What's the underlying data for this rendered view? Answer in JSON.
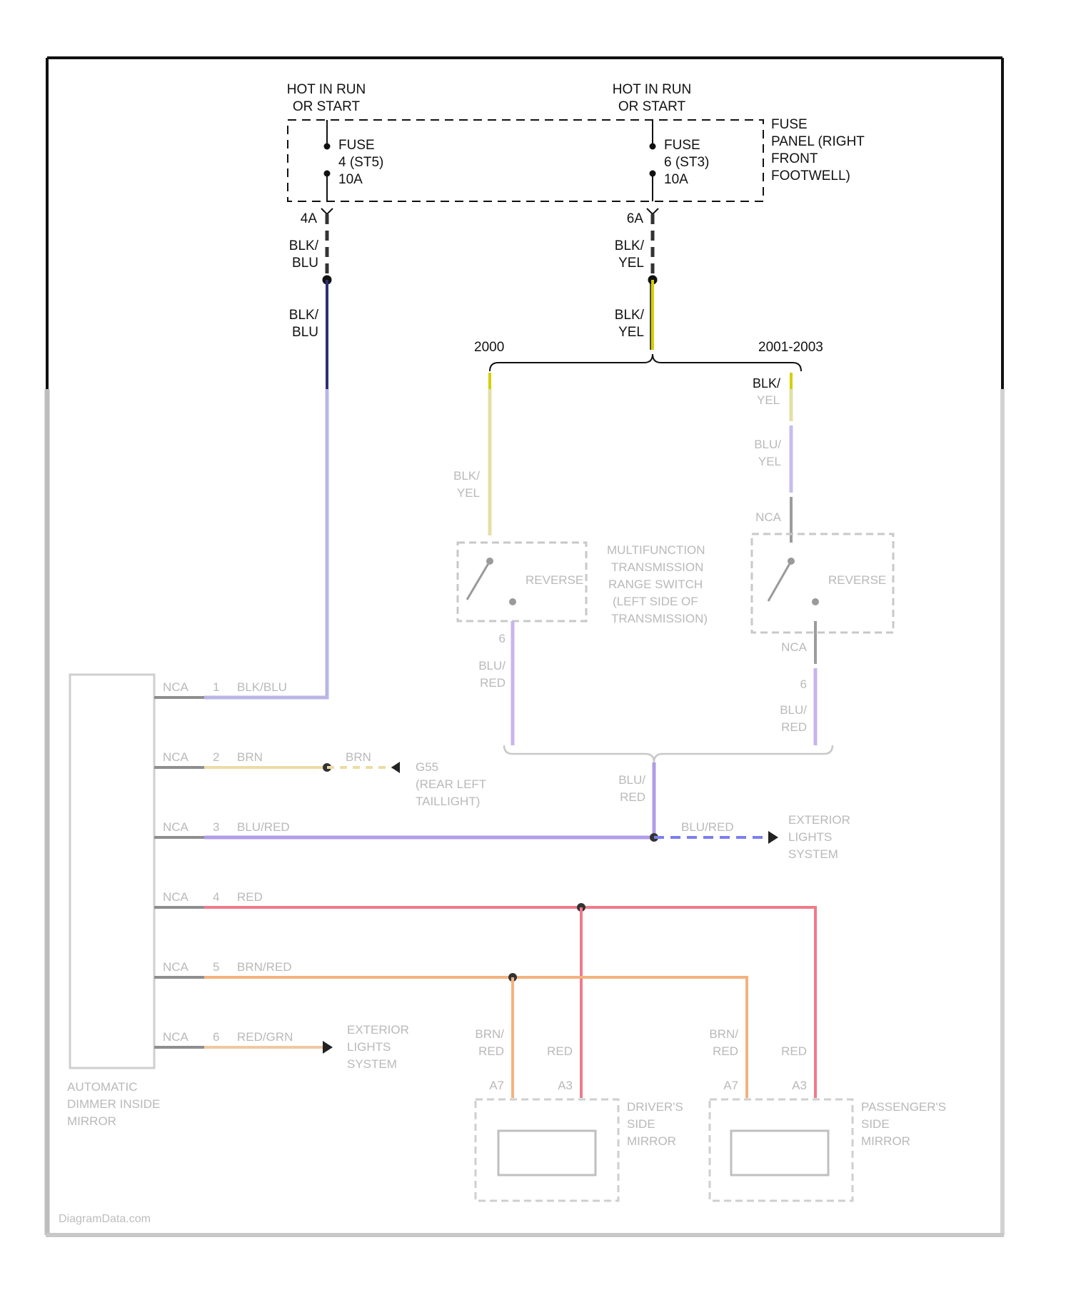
{
  "colors": {
    "frame": "#111111",
    "blk_blu": "#2e2e78",
    "blk_yel": "#d4cf00",
    "wire_purple": "#b09ce8",
    "wire_lav": "#c9b4ee",
    "wire_red": "#f07a8a",
    "wire_orange": "#f3b27e",
    "wire_tan": "#e8d9a0",
    "wire_blue_dash": "#7e7ef0",
    "faded_gray": "#bdbdbd"
  },
  "fuses": {
    "left": {
      "hot_line1": "HOT IN RUN",
      "hot_line2": "OR START",
      "name": "FUSE",
      "number": "4 (ST5)",
      "rating": "10A",
      "terminal": "4A",
      "wire_upper_1": "BLK/",
      "wire_upper_2": "BLU",
      "wire_lower_1": "BLK/",
      "wire_lower_2": "BLU"
    },
    "right": {
      "hot_line1": "HOT IN RUN",
      "hot_line2": "OR START",
      "name": "FUSE",
      "number": "6 (ST3)",
      "rating": "10A",
      "terminal": "6A",
      "wire_upper_1": "BLK/",
      "wire_upper_2": "YEL",
      "wire_lower_1": "BLK/",
      "wire_lower_2": "YEL"
    },
    "panel_label": [
      "FUSE",
      "PANEL (RIGHT",
      "FRONT",
      "FOOTWELL)"
    ]
  },
  "branches": {
    "left_year": "2000",
    "right_year": "2001-2003",
    "right_wire_1": "BLK/",
    "right_wire_2": "YEL"
  },
  "faded": {
    "left_wire": [
      "BLK/",
      "YEL"
    ],
    "right_wire_mid": [
      "BLU/",
      "YEL"
    ],
    "nca_top": "NCA",
    "reverse_left": "REVERSE",
    "reverse_right": "REVERSE",
    "switch_label": [
      "MULTIFUNCTION",
      "TRANSMISSION",
      "RANGE SWITCH",
      "(LEFT SIDE OF",
      "TRANSMISSION)"
    ],
    "pin_6_left": "6",
    "left_out_wire": [
      "BLU/",
      "RED"
    ],
    "nca_right": "NCA",
    "pin_6_right": "6",
    "right_out_wire": [
      "BLU/",
      "RED"
    ],
    "merged_wire": [
      "BLU/",
      "RED"
    ],
    "mirror_rows": [
      {
        "conn": "NCA",
        "pin": "1",
        "wire": "BLK/BLU"
      },
      {
        "conn": "NCA",
        "pin": "2",
        "wire": "BRN"
      },
      {
        "conn": "NCA",
        "pin": "3",
        "wire": "BLU/RED"
      },
      {
        "conn": "NCA",
        "pin": "4",
        "wire": "RED"
      },
      {
        "conn": "NCA",
        "pin": "5",
        "wire": "BRN/RED"
      },
      {
        "conn": "NCA",
        "pin": "6",
        "wire": "RED/GRN"
      }
    ],
    "g_wire": "BRN",
    "g_dest": [
      "G55",
      "(REAR LEFT",
      "TAILLIGHT)"
    ],
    "ext_wire": "BLU/RED",
    "ext_dest_1": [
      "EXTERIOR",
      "LIGHTS",
      "SYSTEM"
    ],
    "ext_dest_2": [
      "EXTERIOR",
      "LIGHTS",
      "SYSTEM"
    ],
    "mirror_label": [
      "AUTOMATIC",
      "DIMMER INSIDE",
      "MIRROR"
    ],
    "drv_wire_a": [
      "BRN/",
      "RED"
    ],
    "drv_wire_b": "RED",
    "drv_pin_a": "A7",
    "drv_pin_b": "A3",
    "drv_label": [
      "DRIVER'S",
      "SIDE",
      "MIRROR"
    ],
    "pas_wire_a": [
      "BRN/",
      "RED"
    ],
    "pas_wire_b": "RED",
    "pas_pin_a": "A7",
    "pas_pin_b": "A3",
    "pas_label": [
      "PASSENGER'S",
      "SIDE",
      "MIRROR"
    ],
    "watermark": "DiagramData.com"
  }
}
